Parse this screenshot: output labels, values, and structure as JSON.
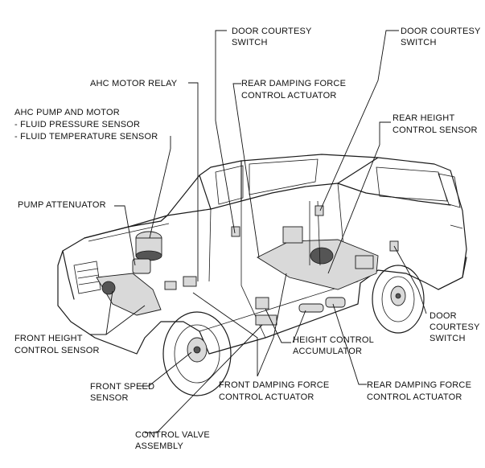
{
  "labels": {
    "door_courtesy_switch_top": [
      "DOOR COURTESY",
      "SWITCH"
    ],
    "door_courtesy_switch_right": [
      "DOOR COURTESY",
      "SWITCH"
    ],
    "ahc_motor_relay": [
      "AHC MOTOR RELAY"
    ],
    "rear_damping_force_top": [
      "REAR DAMPING FORCE",
      "CONTROL ACTUATOR"
    ],
    "ahc_pump_and_motor": [
      "AHC PUMP AND MOTOR",
      " - FLUID PRESSURE SENSOR",
      " - FLUID TEMPERATURE SENSOR"
    ],
    "rear_height_control_sensor": [
      "REAR HEIGHT",
      "CONTROL SENSOR"
    ],
    "pump_attenuator": [
      "PUMP ATTENUATOR"
    ],
    "door_courtesy_switch_lower": [
      "DOOR",
      "COURTESY",
      "SWITCH"
    ],
    "front_height_control_sensor": [
      "FRONT HEIGHT",
      "CONTROL SENSOR"
    ],
    "height_control_accumulator": [
      "HEIGHT CONTROL",
      "ACCUMULATOR"
    ],
    "rear_damping_force_bottom": [
      "REAR DAMPING FORCE",
      "CONTROL ACTUATOR"
    ],
    "front_speed_sensor": [
      "FRONT SPEED",
      "SENSOR"
    ],
    "front_damping_force": [
      "FRONT DAMPING FORCE",
      "CONTROL ACTUATOR"
    ],
    "control_valve_assembly": [
      "CONTROL VALVE",
      "ASSEMBLY"
    ]
  }
}
